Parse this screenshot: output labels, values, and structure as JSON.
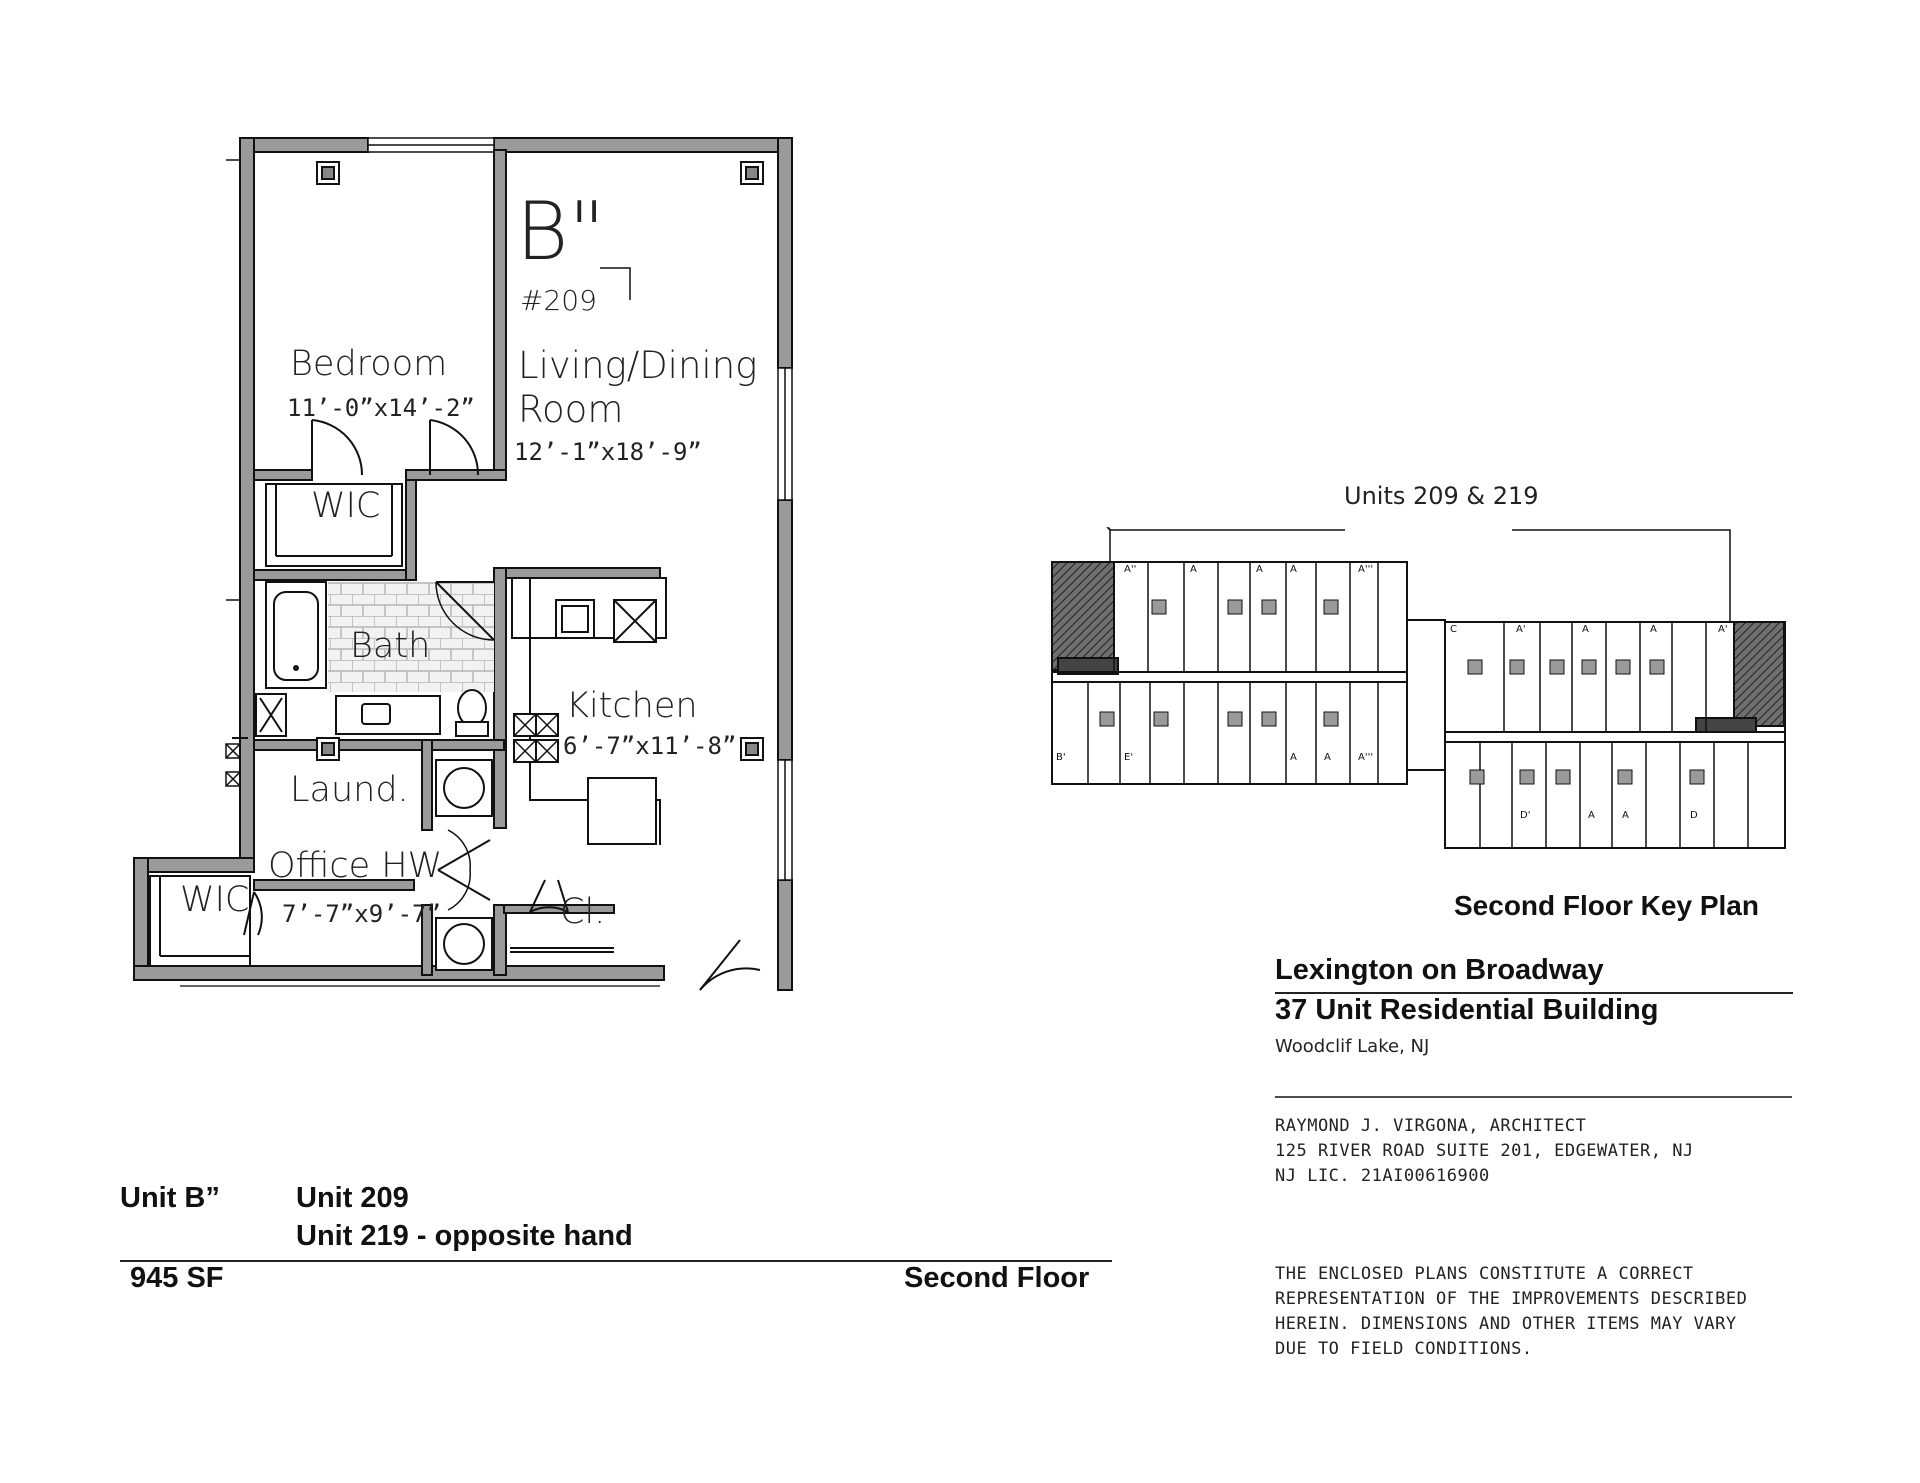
{
  "unit_plan": {
    "unit_type": "B\"",
    "unit_number": "#209",
    "rooms": {
      "bedroom": {
        "name": "Bedroom",
        "dims": "11’-0”x14’-2”"
      },
      "living": {
        "name_line1": "Living/Dining",
        "name_line2": "Room",
        "dims": "12’-1”x18’-9”"
      },
      "wic_top": "WIC",
      "bath": "Bath",
      "kitchen": {
        "name": "Kitchen",
        "dims": "6’-7”x11’-8”"
      },
      "laundry": "Laund.",
      "office": {
        "name": "Office HW",
        "dims": "7’-7”x9’-7”"
      },
      "wic_bottom": "WIC",
      "closet": "Cl."
    }
  },
  "key_plan": {
    "callout": "Units 209 & 219",
    "title": "Second Floor Key Plan",
    "unit_tags": [
      "A''",
      "A",
      "A",
      "A",
      "A'''",
      "C",
      "A'",
      "A",
      "A",
      "A'",
      "B'",
      "E'",
      "A",
      "A",
      "A'''",
      "D'",
      "A",
      "A",
      "D"
    ]
  },
  "title_block": {
    "project": "Lexington on Broadway",
    "subtitle": "37 Unit Residential Building",
    "location": "Woodclif Lake, NJ",
    "architect_lines": [
      "RAYMOND J. VIRGONA, ARCHITECT",
      "125 RIVER ROAD SUITE 201, EDGEWATER, NJ",
      "NJ LIC. 21AI00616900"
    ],
    "disclaimer_lines": [
      "THE ENCLOSED PLANS CONSTITUTE A CORRECT",
      "REPRESENTATION OF THE IMPROVEMENTS DESCRIBED",
      "HEREIN. DIMENSIONS AND OTHER ITEMS MAY VARY",
      "DUE TO FIELD CONDITIONS."
    ]
  },
  "unit_info": {
    "unit_label": "Unit B”",
    "unit_209": "Unit 209",
    "unit_219": "Unit 219 - opposite hand",
    "area": "945 SF",
    "floor": "Second Floor"
  }
}
